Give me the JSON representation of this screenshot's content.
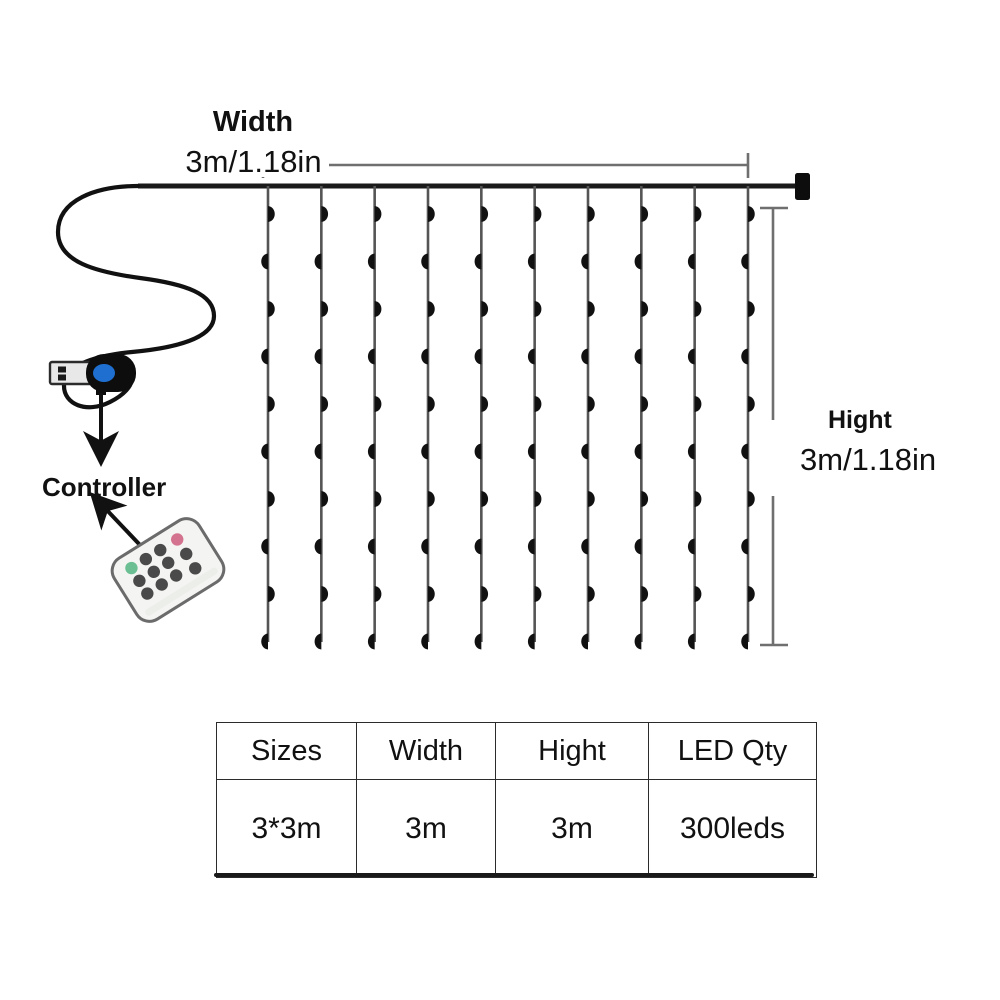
{
  "diagram": {
    "title": "LED curtain string light dimension diagram",
    "background_color": "#ffffff",
    "line_color": "#1a1a1a",
    "width_dimension": {
      "title": "Width",
      "value": "3m/1.18in"
    },
    "height_dimension": {
      "title": "Hight",
      "value": "3m/1.18in"
    },
    "controller": {
      "label": "Controller",
      "usb_body_color": "#0d0d0d",
      "usb_plug_color": "#e8e8e8",
      "usb_led_color": "#1f6fd0"
    },
    "remote": {
      "body_color": "#f4f5f2",
      "button_color": "#4a4a4a",
      "power_button_color": "#6bbf93",
      "accent_button_color": "#d4738f"
    },
    "curtain": {
      "strand_count": 10,
      "leds_per_strand": 10,
      "led_color": "#111111"
    }
  },
  "table": {
    "headers": [
      "Sizes",
      "Width",
      "Hight",
      "LED Qty"
    ],
    "rows": [
      [
        "3*3m",
        "3m",
        "3m",
        "300leds"
      ]
    ]
  }
}
